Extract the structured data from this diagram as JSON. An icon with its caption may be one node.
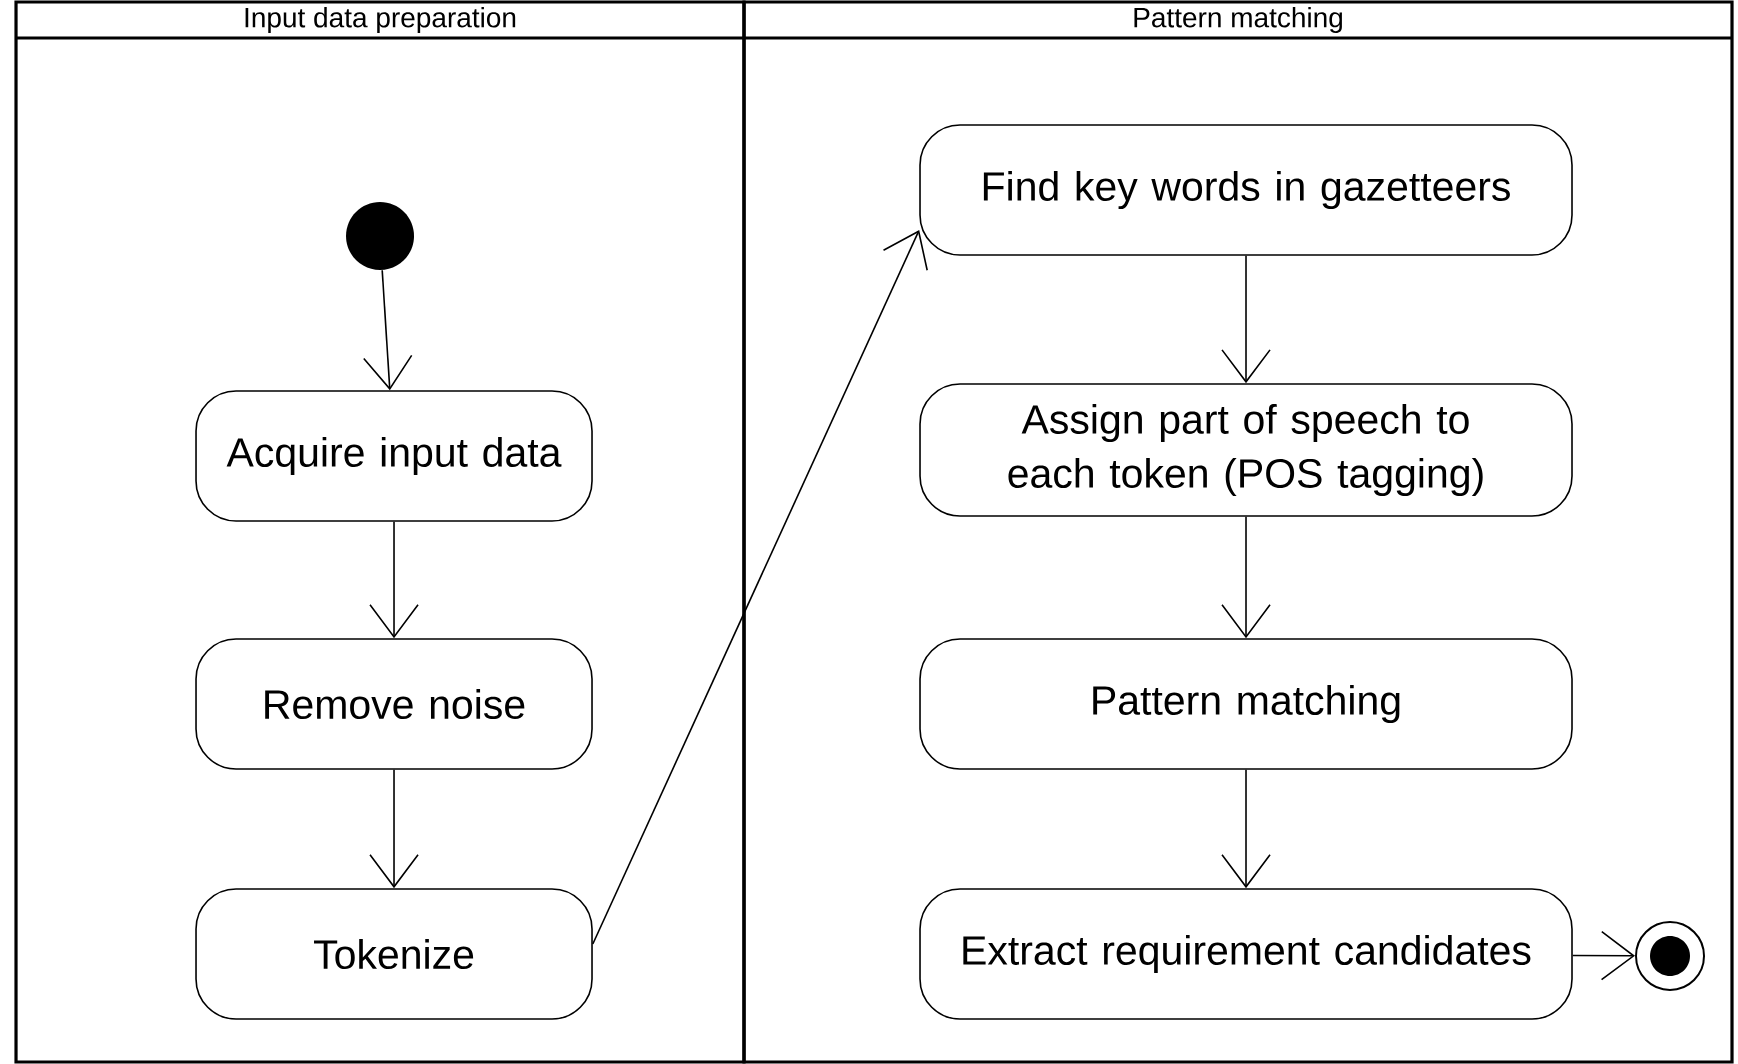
{
  "diagram": {
    "nodes": [
      {
        "text": [
          "Input data preparation"
        ]
      },
      {
        "text": [
          "Pattern matching"
        ]
      },
      {
        "text": [],
        "shape": "circle",
        "in": 0
      },
      {
        "text": [
          "Acquire input data"
        ],
        "in": 0
      },
      {
        "text": [
          "Remove noise"
        ],
        "in": 0
      },
      {
        "text": [
          "Tokenize"
        ],
        "in": 0
      },
      {
        "text": [
          "Find key words in gazetteers"
        ],
        "in": 1
      },
      {
        "text": [
          "Assign part of speech to each token (POS tagging)"
        ],
        "in": 1
      },
      {
        "text": [
          "Pattern matching"
        ],
        "in": 1
      },
      {
        "text": [
          "Extract requirement candidates"
        ],
        "in": 1
      },
      {
        "text": [],
        "shape": "bullseye",
        "in": 1
      }
    ],
    "edges": [
      {
        "from": 2,
        "to": 3,
        "arrow": "to"
      },
      {
        "from": 3,
        "to": 4,
        "arrow": "to"
      },
      {
        "from": 4,
        "to": 5,
        "arrow": "to"
      },
      {
        "from": 5,
        "to": 6,
        "arrow": "to"
      },
      {
        "from": 6,
        "to": 7,
        "arrow": "to"
      },
      {
        "from": 7,
        "to": 8,
        "arrow": "to"
      },
      {
        "from": 8,
        "to": 9,
        "arrow": "to"
      },
      {
        "from": 9,
        "to": 10,
        "arrow": "to"
      }
    ]
  }
}
